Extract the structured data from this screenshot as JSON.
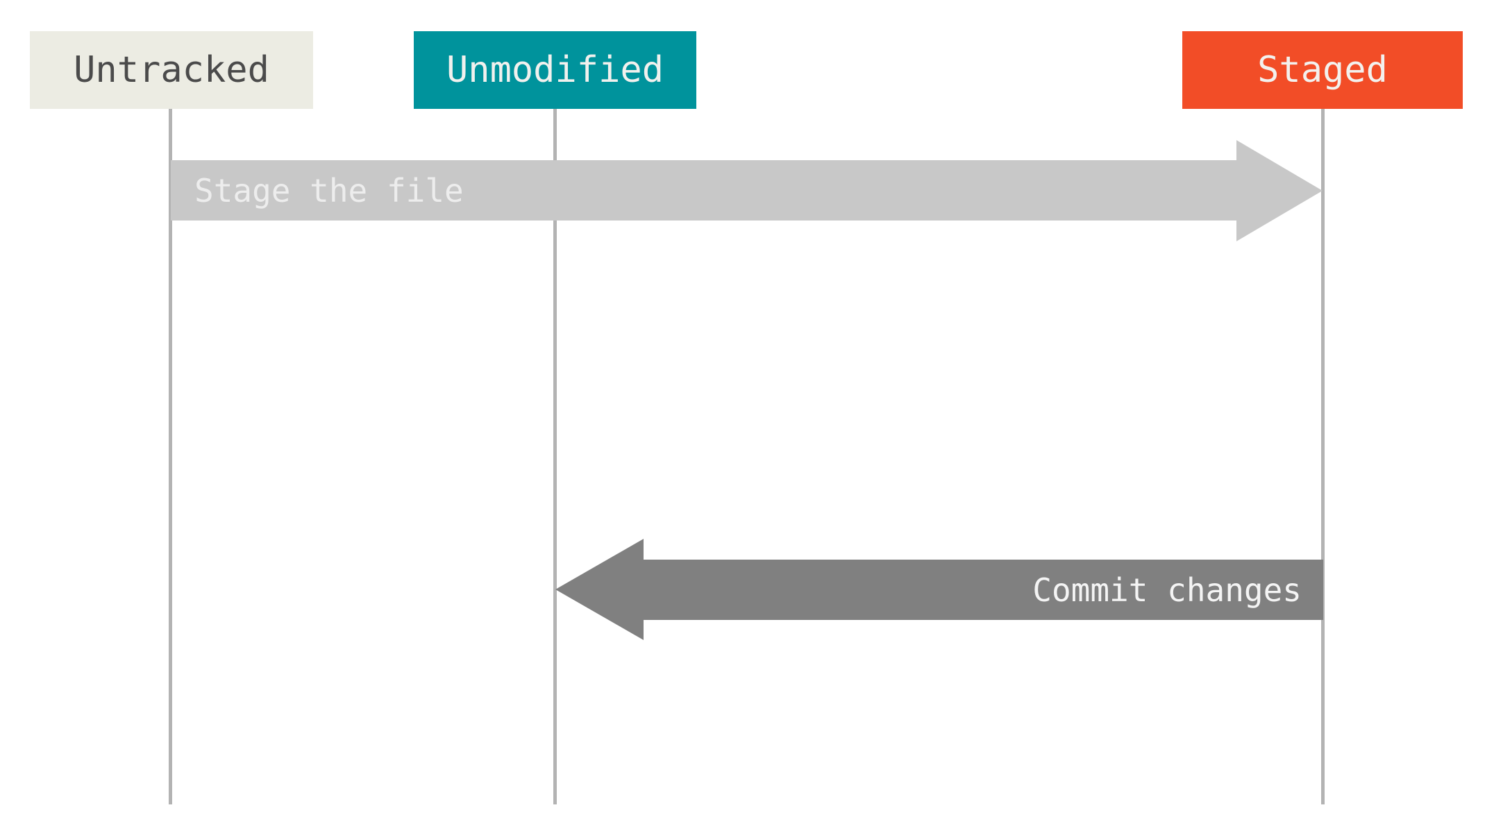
{
  "diagram": {
    "kind": "git-file-status-lifecycle",
    "background": "#FFFFFF",
    "lifeline_color": "#B3B3B3",
    "states": [
      {
        "label": "Untracked",
        "color": "#ECECE3",
        "text_color": "#4B4B4B"
      },
      {
        "label": "Unmodified",
        "color": "#00939C",
        "text_color": "#F1F1EE"
      },
      {
        "label": "Staged",
        "color": "#F24D27",
        "text_color": "#F3F1EE"
      }
    ],
    "transitions": [
      {
        "label": "Stage the file",
        "from": "Untracked",
        "to": "Staged",
        "direction": "right",
        "color": "#C8C8C8",
        "text_color": "#EDEDED"
      },
      {
        "label": "Commit changes",
        "from": "Staged",
        "to": "Unmodified",
        "direction": "left",
        "color": "#808080",
        "text_color": "#F4F4F4"
      }
    ]
  }
}
